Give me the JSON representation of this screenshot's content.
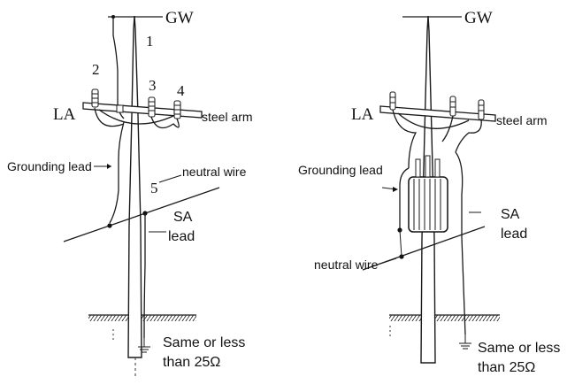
{
  "left": {
    "gw": "GW",
    "la": "LA",
    "n1": "1",
    "n2": "2",
    "n3": "3",
    "n4": "4",
    "n5": "5",
    "steel_arm": "steel arm",
    "grounding_lead": "Grounding lead",
    "neutral_wire": "neutral wire",
    "sa_line1": "SA",
    "sa_line2": "lead",
    "res_line1": "Same or less",
    "res_line2": "than 25Ω"
  },
  "right": {
    "gw": "GW",
    "la": "LA",
    "steel_arm": "steel arm",
    "grounding_lead": "Grounding lead",
    "neutral_wire": "neutral wire",
    "sa_line1": "SA",
    "sa_line2": "lead",
    "res_line1": "Same or less",
    "res_line2": "than 25Ω"
  }
}
